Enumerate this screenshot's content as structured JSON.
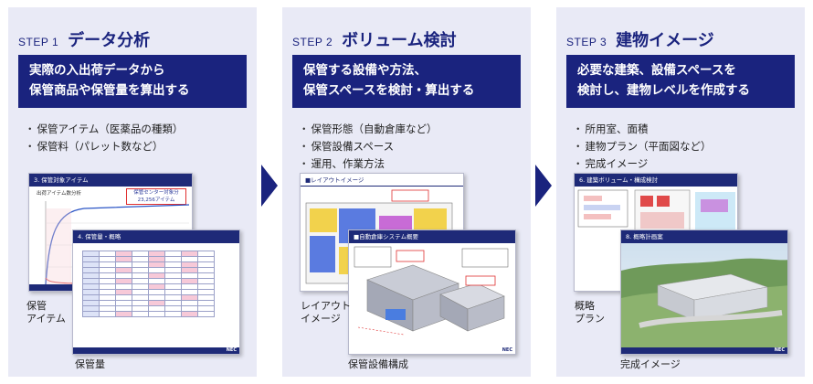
{
  "steps": [
    {
      "number": "STEP 1",
      "title": "データ分析",
      "description": [
        "実際の入出荷データから",
        "保管商品や保管量を算出する"
      ],
      "bullets": [
        "保管アイテム（医薬品の種類）",
        "保管料（パレット数など）"
      ],
      "captions": {
        "left": [
          "保管",
          "アイテム"
        ],
        "bottom": "保管量"
      },
      "slides": {
        "back_title": "3. 保管対象アイテム",
        "back_chart_title": "出荷アイテム数分析",
        "back_callout": [
          "保管センター対象分",
          "23,256アイテム"
        ],
        "front_title": "4. 保管量・概略",
        "footer": "NEC"
      }
    },
    {
      "number": "STEP 2",
      "title": "ボリューム検討",
      "description": [
        "保管する設備や方法、",
        "保管スペースを検討・算出する"
      ],
      "bullets": [
        "保管形態（自動倉庫など）",
        "保管設備スペース",
        "運用、作業方法"
      ],
      "captions": {
        "left": [
          "レイアウト",
          "イメージ"
        ],
        "bottom": "保管設備構成"
      },
      "slides": {
        "back_title": "■レイアウトイメージ",
        "front_title": "■自動倉庫システム概要",
        "footer": "NEC"
      }
    },
    {
      "number": "STEP 3",
      "title": "建物イメージ",
      "description": [
        "必要な建築、設備スペースを",
        "検討し、建物レベルを作成する"
      ],
      "bullets": [
        "所用室、面積",
        "建物プラン（平面図など）",
        "完成イメージ"
      ],
      "captions": {
        "left": [
          "概略",
          "プラン"
        ],
        "bottom": "完成イメージ"
      },
      "slides": {
        "back_title": "6. 建築ボリューム・構成検討",
        "front_title": "8. 概略計画案",
        "footer": "NEC"
      }
    }
  ],
  "colors": {
    "navy": "#1a237e",
    "panel_bg": "#e9eaf6",
    "arrow": "#1a237e"
  },
  "icons": [
    "arrow-right-icon"
  ]
}
